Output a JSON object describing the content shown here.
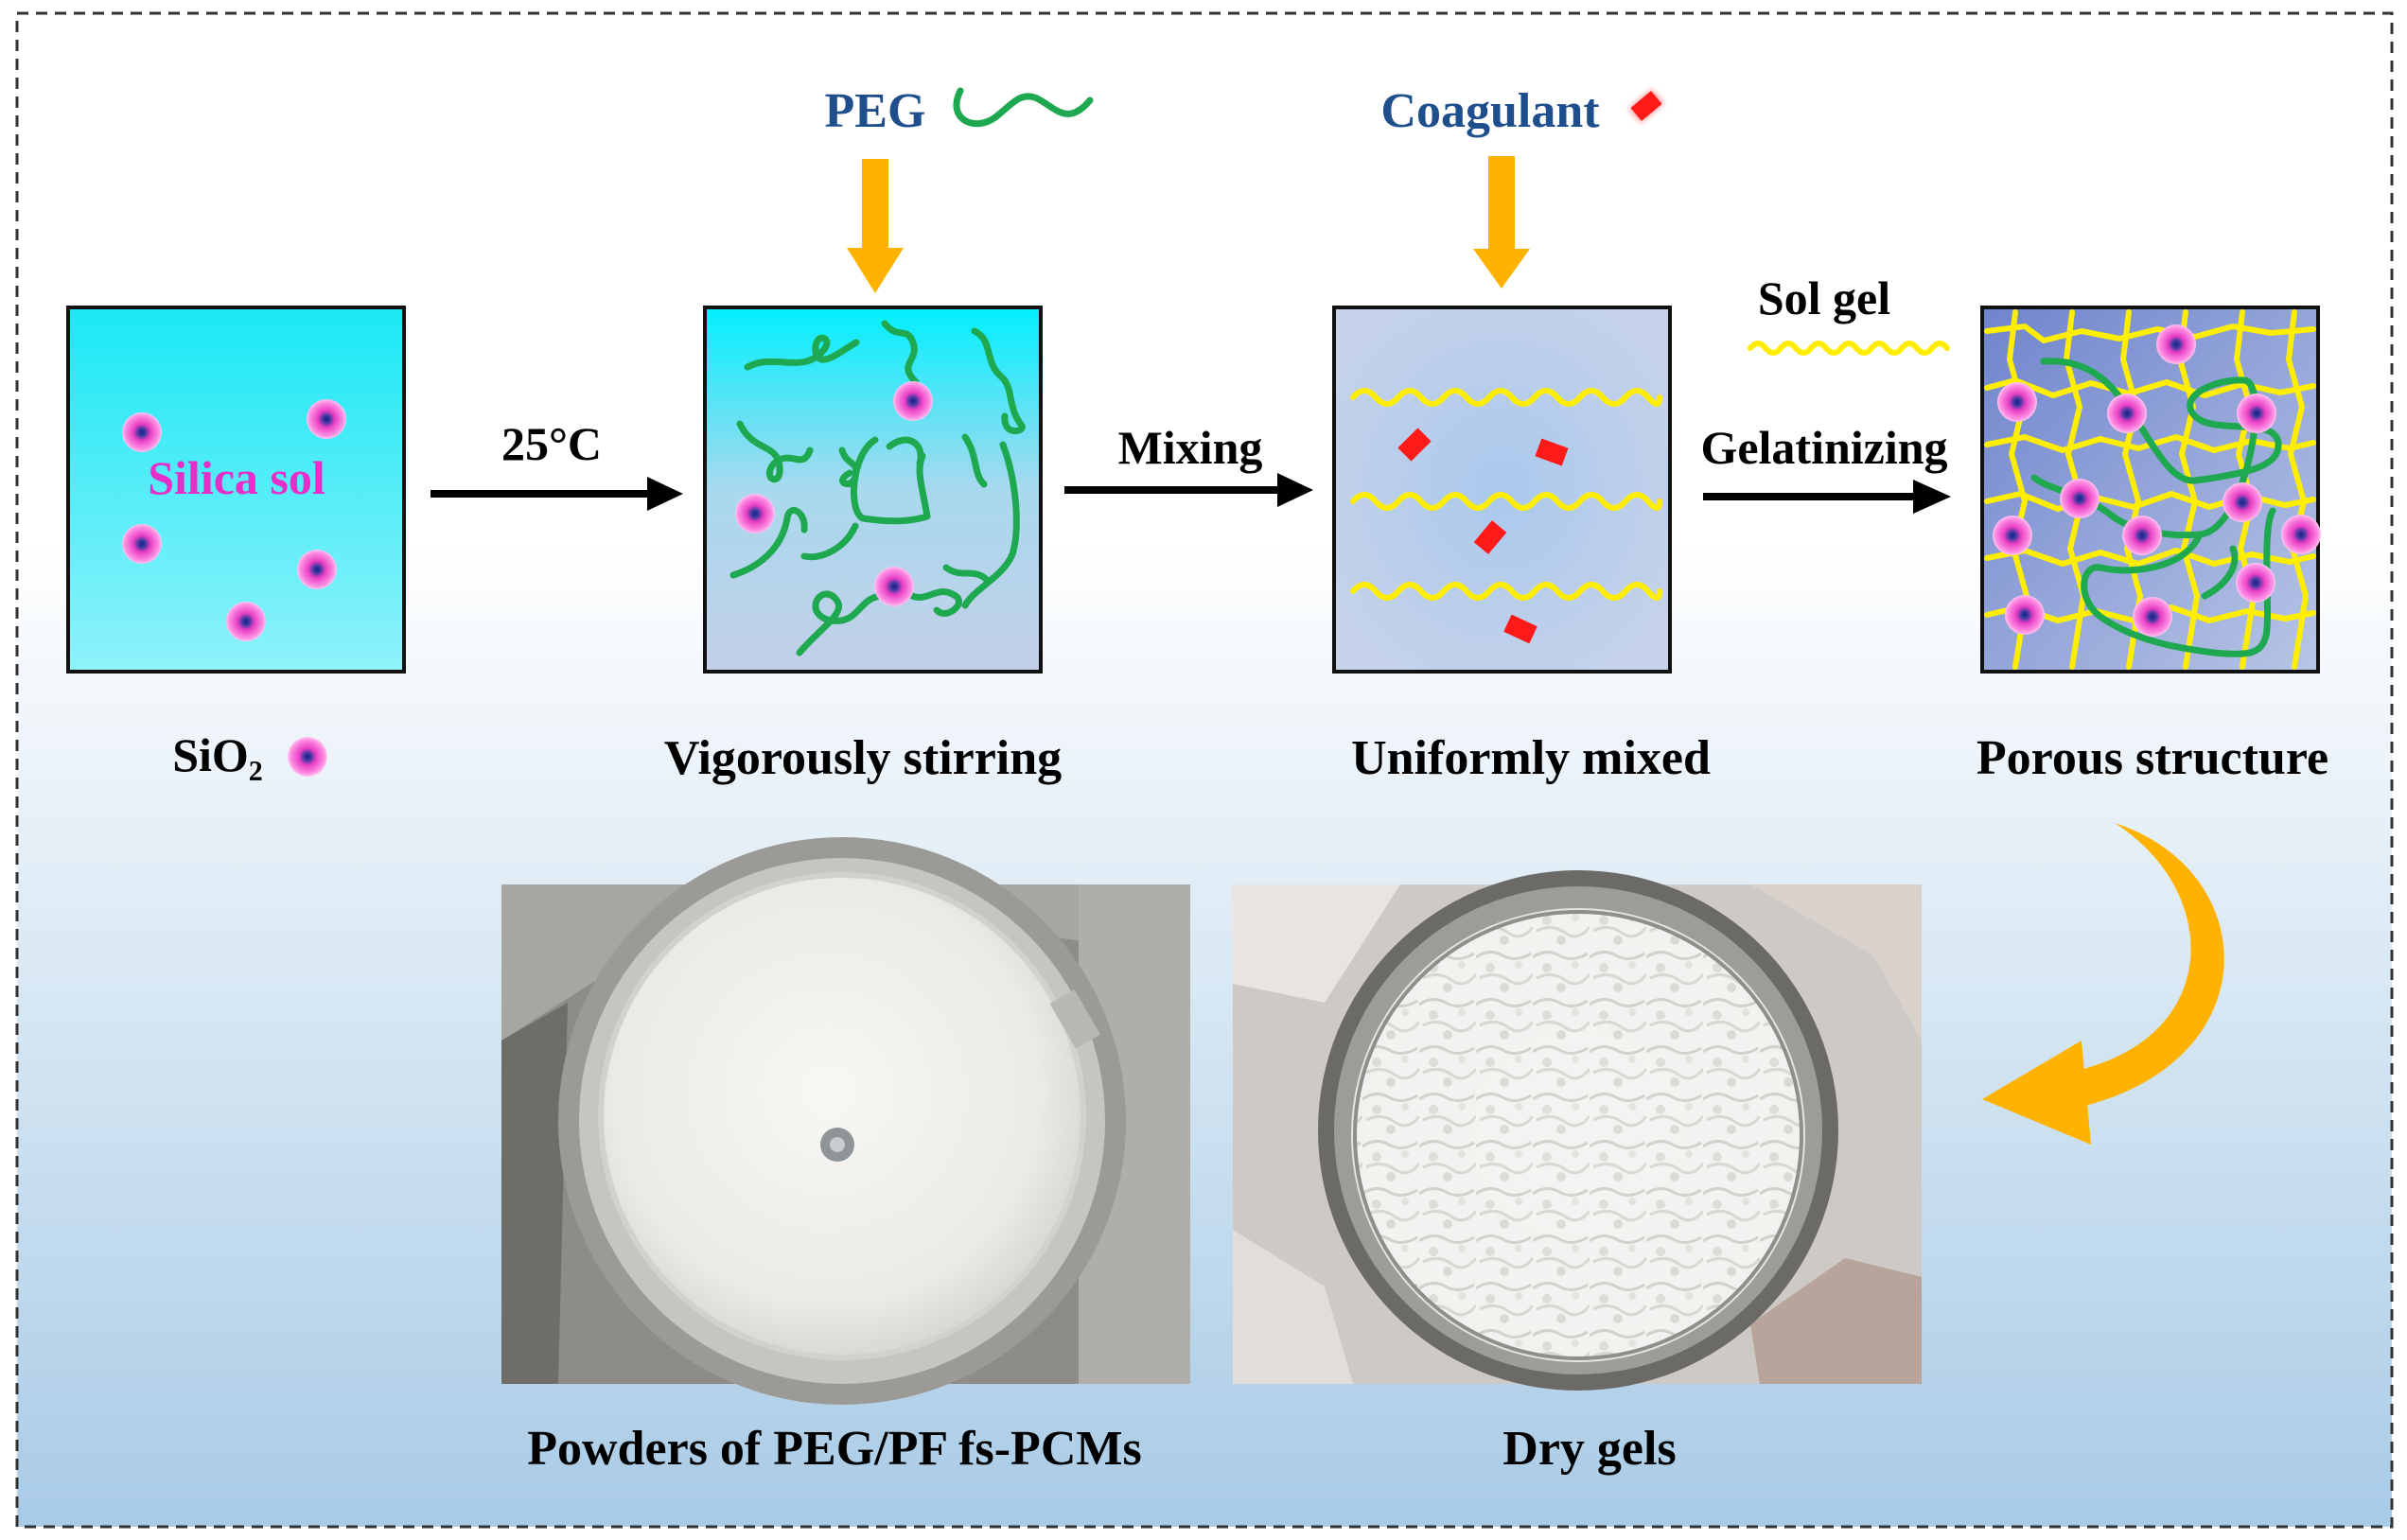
{
  "labels": {
    "silica_sol": "Silica sol",
    "temperature": "25°C",
    "peg": "PEG",
    "mixing": "Mixing",
    "coagulant": "Coagulant",
    "sol_gel": "Sol gel",
    "gelatinizing": "Gelatinizing",
    "sio2": "SiO₂",
    "vigorously_stirring": "Vigorously stirring",
    "uniformly_mixed": "Uniformly mixed",
    "porous_structure": "Porous structure",
    "powders_caption": "Powders of PEG/PF fs-PCMs",
    "dry_gels_caption": "Dry gels"
  },
  "colors": {
    "label_blue": "#1f4e8c",
    "silica_pink": "#e62ec8",
    "peg_green": "#1ea84f",
    "solgel_yellow": "#ffee00",
    "coagulant_red": "#ff1a1a",
    "arrow_orange": "#ffb300",
    "background_top": "#ffffff",
    "background_bottom": "#a9cbe6"
  }
}
